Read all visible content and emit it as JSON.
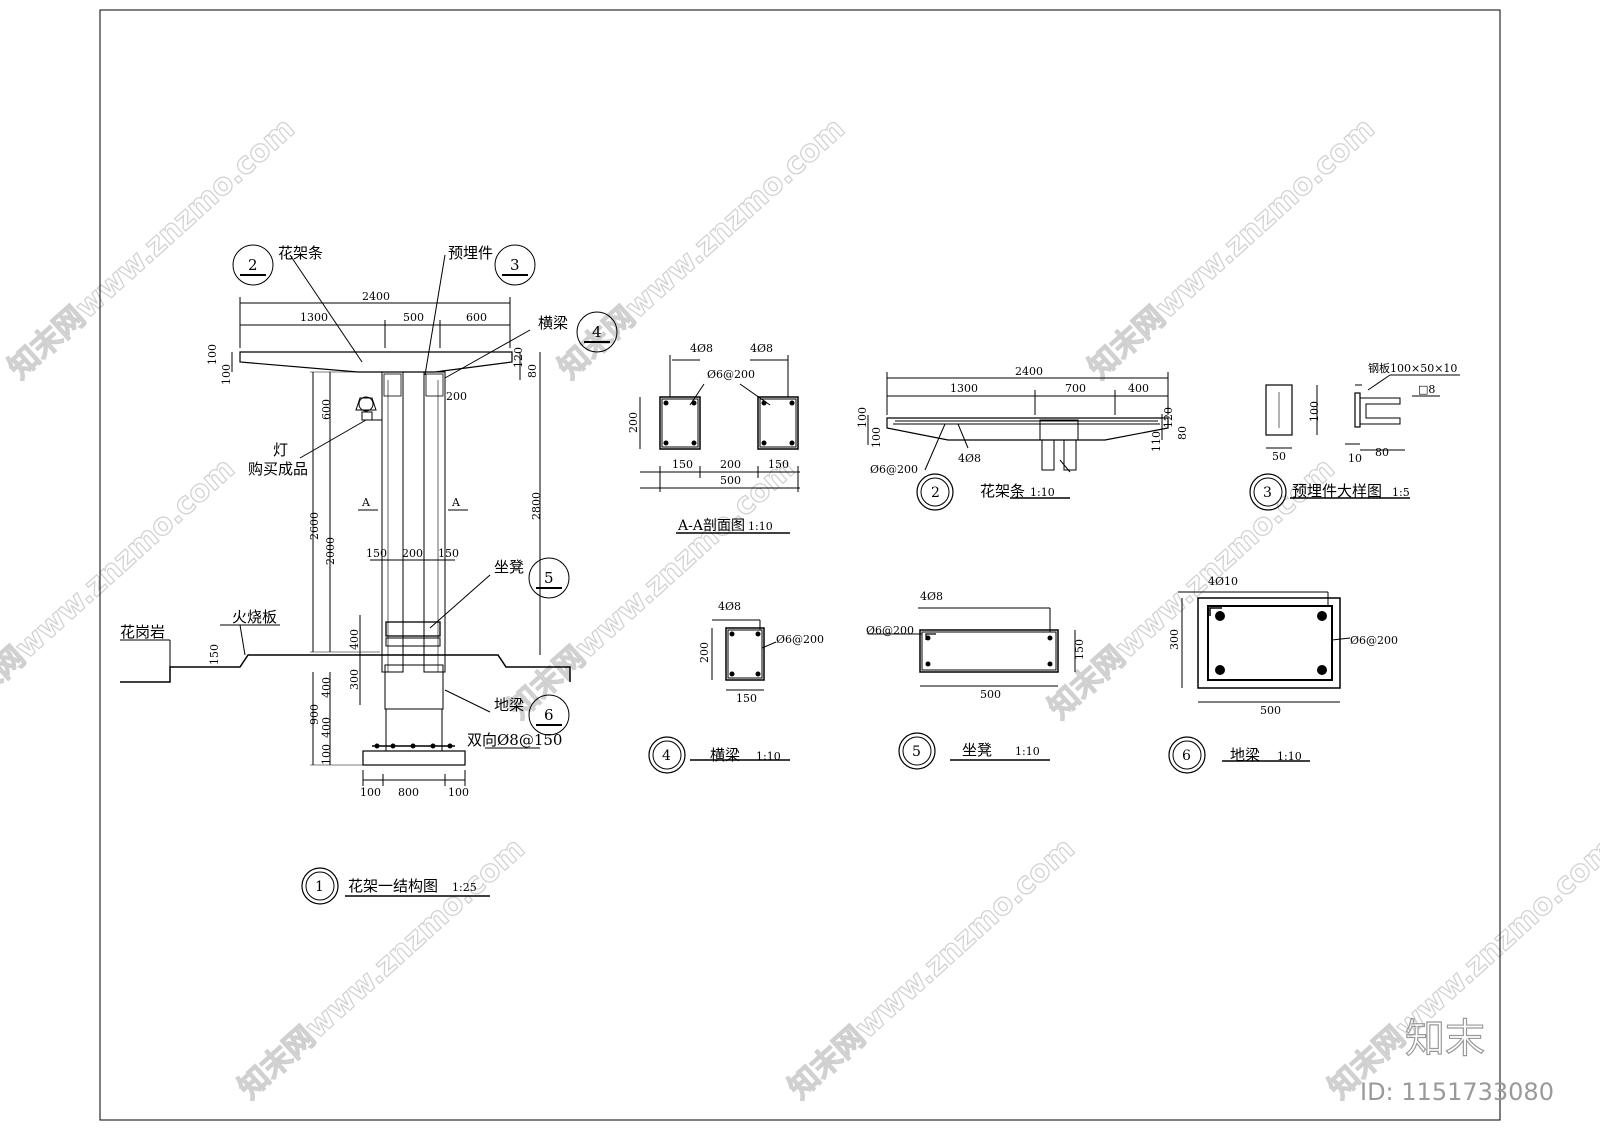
{
  "drawing": {
    "main": {
      "title": "花架一结构图",
      "scale": "1:25",
      "num": "1",
      "labels": {
        "flower_strip": "花架条",
        "embedded": "预埋件",
        "crossbeam": "横梁",
        "lamp": "灯",
        "lamp_note": "购买成品",
        "seat": "坐凳",
        "granite": "花岗岩",
        "fire_slab": "火烧板",
        "ground_beam": "地梁",
        "rebar_note": "双向Ø8@150"
      },
      "refs": {
        "strip": "2",
        "embedded": "3",
        "crossbeam": "4",
        "seat": "5",
        "ground_beam": "6"
      },
      "section_mark": "A",
      "dims": {
        "top_total": "2400",
        "top_a": "1300",
        "top_b": "500",
        "top_c": "600",
        "left_100a": "100",
        "left_100b": "100",
        "right_120": "120",
        "right_80": "80",
        "d600": "600",
        "d200": "200",
        "d2600": "2600",
        "d2000": "2000",
        "d2800": "2800",
        "d150a": "150",
        "d200b": "200",
        "d150b": "150",
        "d150c": "150",
        "d400a": "400",
        "d300": "300",
        "d400b": "400",
        "d900": "900",
        "d400c": "400",
        "d100": "100",
        "b100a": "100",
        "b800": "800",
        "b100b": "100"
      }
    },
    "section_aa": {
      "title": "A-A剖面图",
      "scale": "1:10",
      "rebar_l": "4Ø8",
      "rebar_r": "4Ø8",
      "stirrup": "Ø6@200",
      "d200": "200",
      "d150a": "150",
      "d200b": "200",
      "d150b": "150",
      "d500": "500"
    },
    "strip": {
      "title": "花架条",
      "scale": "1:10",
      "num": "2",
      "d2400": "2400",
      "d1300": "1300",
      "d700": "700",
      "d400": "400",
      "d100a": "100",
      "d100b": "100",
      "d120": "120",
      "d80": "80",
      "d110": "110",
      "rebar": "4Ø8",
      "stirrup": "Ø6@200"
    },
    "embedded": {
      "title": "预埋件大样图",
      "scale": "1:5",
      "num": "3",
      "plate": "钢板100×50×10",
      "bar": "□8",
      "d100": "100",
      "d50": "50",
      "d10": "10",
      "d80": "80"
    },
    "crossbeam": {
      "title": "横梁",
      "scale": "1:10",
      "num": "4",
      "rebar": "4Ø8",
      "stirrup": "Ø6@200",
      "d200": "200",
      "d150": "150"
    },
    "seat": {
      "title": "坐凳",
      "scale": "1:10",
      "num": "5",
      "rebar": "4Ø8",
      "stirrup": "Ø6@200",
      "d150": "150",
      "d500": "500"
    },
    "ground_beam": {
      "title": "地梁",
      "scale": "1:10",
      "num": "6",
      "rebar": "4Ø10",
      "stirrup": "Ø6@200",
      "d300": "300",
      "d500": "500"
    }
  },
  "watermark": {
    "text": "知末网www.znzmo.com",
    "brand": "知末",
    "id": "ID: 1151733080"
  }
}
